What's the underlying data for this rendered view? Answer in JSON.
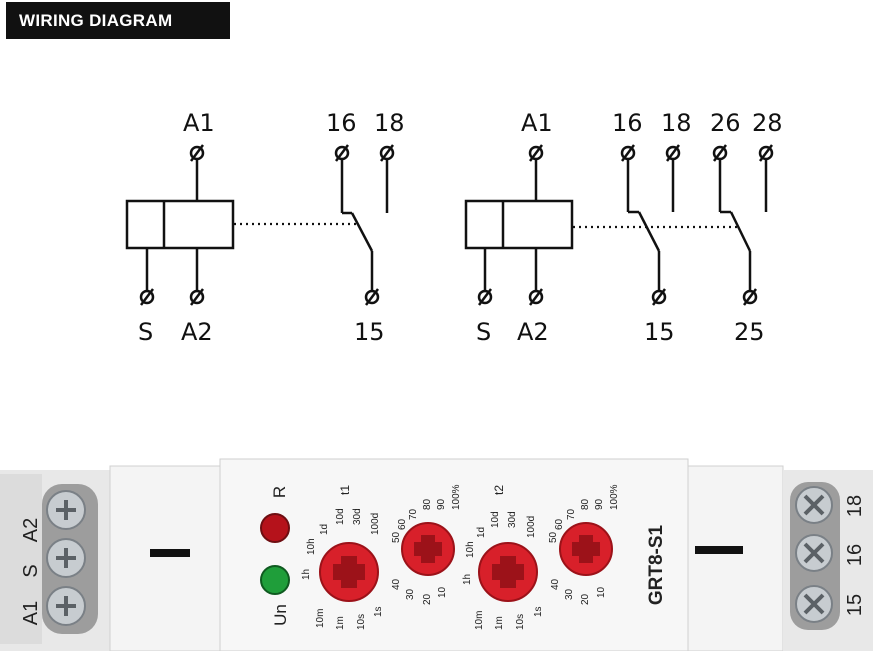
{
  "header": {
    "title": "WIRING DIAGRAM"
  },
  "diagram_left": {
    "top_terminals": [
      "A1",
      "16",
      "18"
    ],
    "bottom_terminals": [
      "S",
      "A2",
      "15"
    ]
  },
  "diagram_right": {
    "top_terminals": [
      "A1",
      "16",
      "18",
      "26",
      "28"
    ],
    "bottom_terminals": [
      "S",
      "A2",
      "15",
      "25"
    ]
  },
  "device": {
    "model": "GRT8-S1",
    "left_terminals": [
      "A2",
      "S",
      "A1"
    ],
    "right_terminals": [
      "18",
      "16",
      "15"
    ],
    "led_r": "R",
    "led_un": "Un",
    "dial_t1_label": "t1",
    "dial_t2_label": "t2",
    "range_labels": [
      "1s",
      "10s",
      "1m",
      "10m",
      "1h",
      "10h",
      "1d",
      "10d",
      "30d",
      "100d"
    ],
    "percent_labels": [
      "10",
      "20",
      "30",
      "40",
      "50",
      "60",
      "70",
      "80",
      "90",
      "100%"
    ],
    "colors": {
      "dial": "#d8202a",
      "led_red": "#b5121b",
      "led_green": "#1f9e3a"
    }
  }
}
